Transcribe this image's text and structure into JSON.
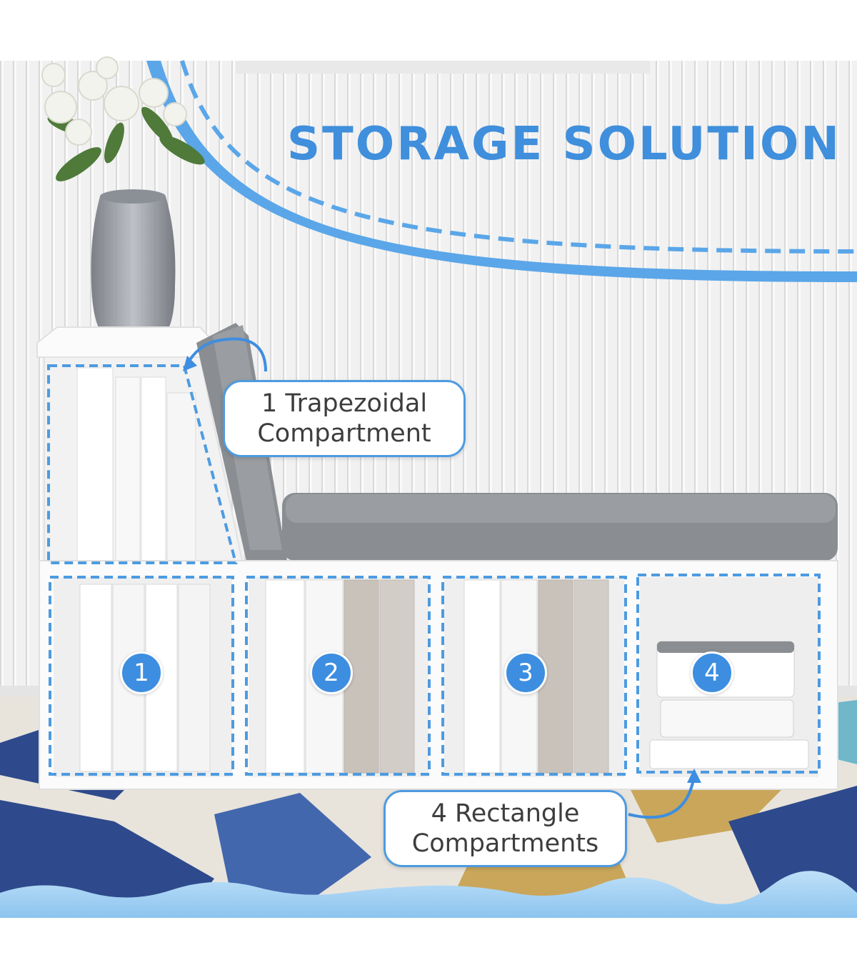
{
  "banner": {
    "title": "STORAGE SOLUTION"
  },
  "callouts": {
    "trapezoid_line1": "1 Trapezoidal",
    "trapezoid_line2": "Compartment",
    "rectangle_line1": "4 Rectangle",
    "rectangle_line2": "Compartments"
  },
  "compartments": [
    "1",
    "2",
    "3",
    "4"
  ],
  "colors": {
    "accent_blue": "#3f8fdc",
    "cushion_grey": "#8a8d91",
    "furniture_white": "#f7f7f7",
    "rug_navy": "#2e4a8c",
    "rug_gold": "#c9a65a"
  },
  "icons": [
    "curved-arrow-icon",
    "number-badge-icon"
  ]
}
